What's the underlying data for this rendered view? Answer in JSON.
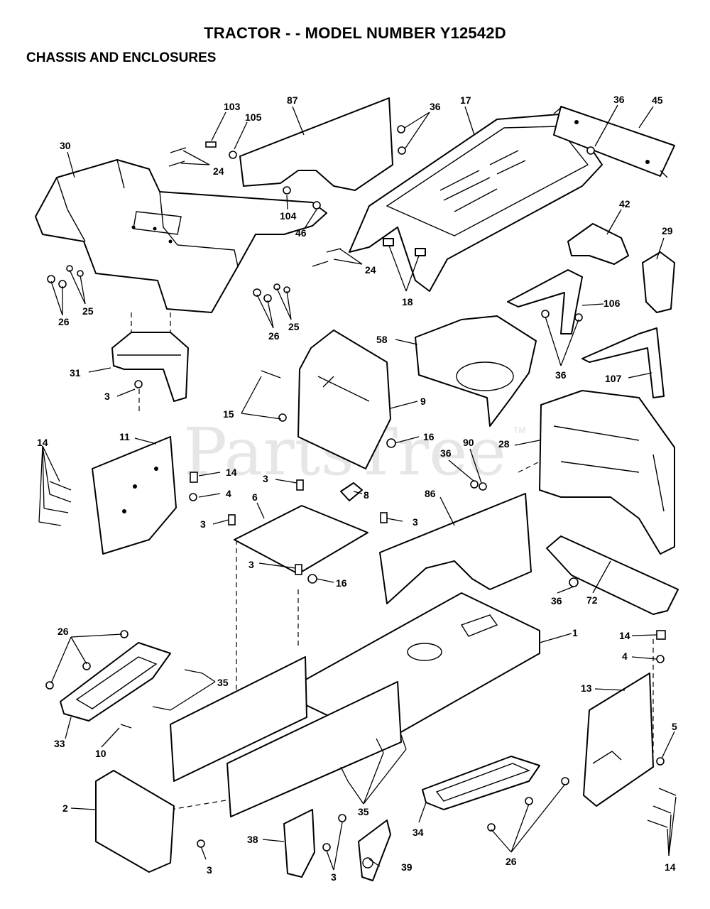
{
  "header": {
    "title": "TRACTOR - - MODEL NUMBER Y12542D",
    "subtitle": "CHASSIS AND ENCLOSURES"
  },
  "watermark": {
    "text": "PartsTree",
    "tm": "TM"
  },
  "callouts": [
    "103",
    "105",
    "87",
    "36",
    "17",
    "36",
    "45",
    "30",
    "24",
    "104",
    "46",
    "42",
    "29",
    "24",
    "25",
    "26",
    "18",
    "106",
    "26",
    "25",
    "58",
    "31",
    "3",
    "9",
    "36",
    "107",
    "15",
    "16",
    "11",
    "14",
    "36",
    "90",
    "28",
    "14",
    "3",
    "4",
    "8",
    "6",
    "3",
    "86",
    "3",
    "3",
    "16",
    "36",
    "72",
    "26",
    "1",
    "35",
    "14",
    "4",
    "13",
    "33",
    "10",
    "5",
    "2",
    "35",
    "38",
    "3",
    "39",
    "34",
    "26",
    "14",
    "3"
  ]
}
